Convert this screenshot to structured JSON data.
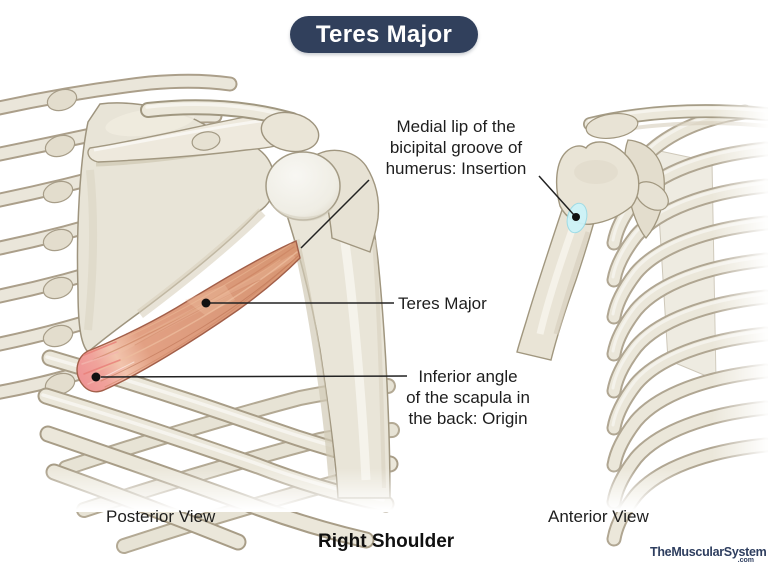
{
  "title": {
    "text": "Teres Major"
  },
  "annotations": {
    "insertion": {
      "lines": [
        "Medial lip of the",
        "bicipital groove of",
        "humerus: Insertion"
      ]
    },
    "muscle": {
      "text": "Teres Major"
    },
    "origin": {
      "lines": [
        "Inferior angle",
        "of the scapula in",
        "the back: Origin"
      ]
    }
  },
  "captions": {
    "left_view": "Posterior View",
    "right_view": "Anterior View",
    "subject": "Right Shoulder"
  },
  "watermark": {
    "brand": "TheMuscularSystem",
    "tld": ".com"
  },
  "colors": {
    "badge_navy": "#31405c",
    "muscle_salmon": "#db9a7b",
    "origin_pink": "#ef9595",
    "insertion_blue": "#cdf3f8",
    "bone": "#eae6d9",
    "bone_outline": "#a59c86",
    "leader_line": "#222222",
    "label_text": "#1e1e1e"
  }
}
